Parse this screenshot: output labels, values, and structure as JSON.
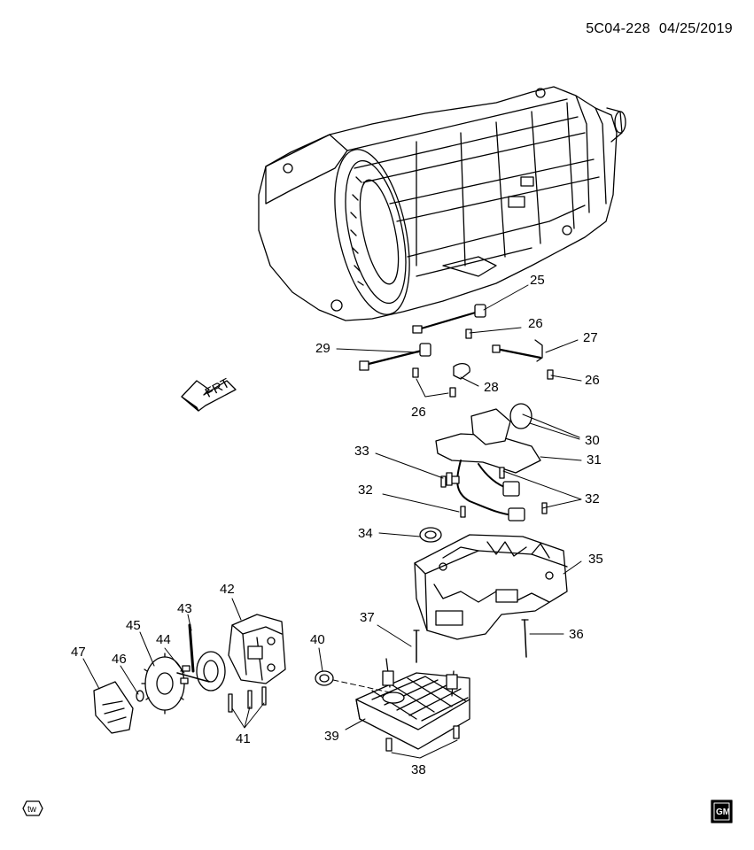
{
  "header": {
    "drawing_id": "5C04-228",
    "date": "04/25/2019"
  },
  "frt_label": "FRT",
  "tw_badge": "tw",
  "gm_logo": "GM",
  "callouts": [
    {
      "label": "25"
    },
    {
      "label": "26"
    },
    {
      "label": "27"
    },
    {
      "label": "26"
    },
    {
      "label": "29"
    },
    {
      "label": "28"
    },
    {
      "label": "26"
    },
    {
      "label": "30"
    },
    {
      "label": "33"
    },
    {
      "label": "31"
    },
    {
      "label": "32"
    },
    {
      "label": "32"
    },
    {
      "label": "34"
    },
    {
      "label": "35"
    },
    {
      "label": "37"
    },
    {
      "label": "36"
    },
    {
      "label": "42"
    },
    {
      "label": "43"
    },
    {
      "label": "45"
    },
    {
      "label": "44"
    },
    {
      "label": "40"
    },
    {
      "label": "47"
    },
    {
      "label": "46"
    },
    {
      "label": "41"
    },
    {
      "label": "39"
    },
    {
      "label": "38"
    }
  ]
}
